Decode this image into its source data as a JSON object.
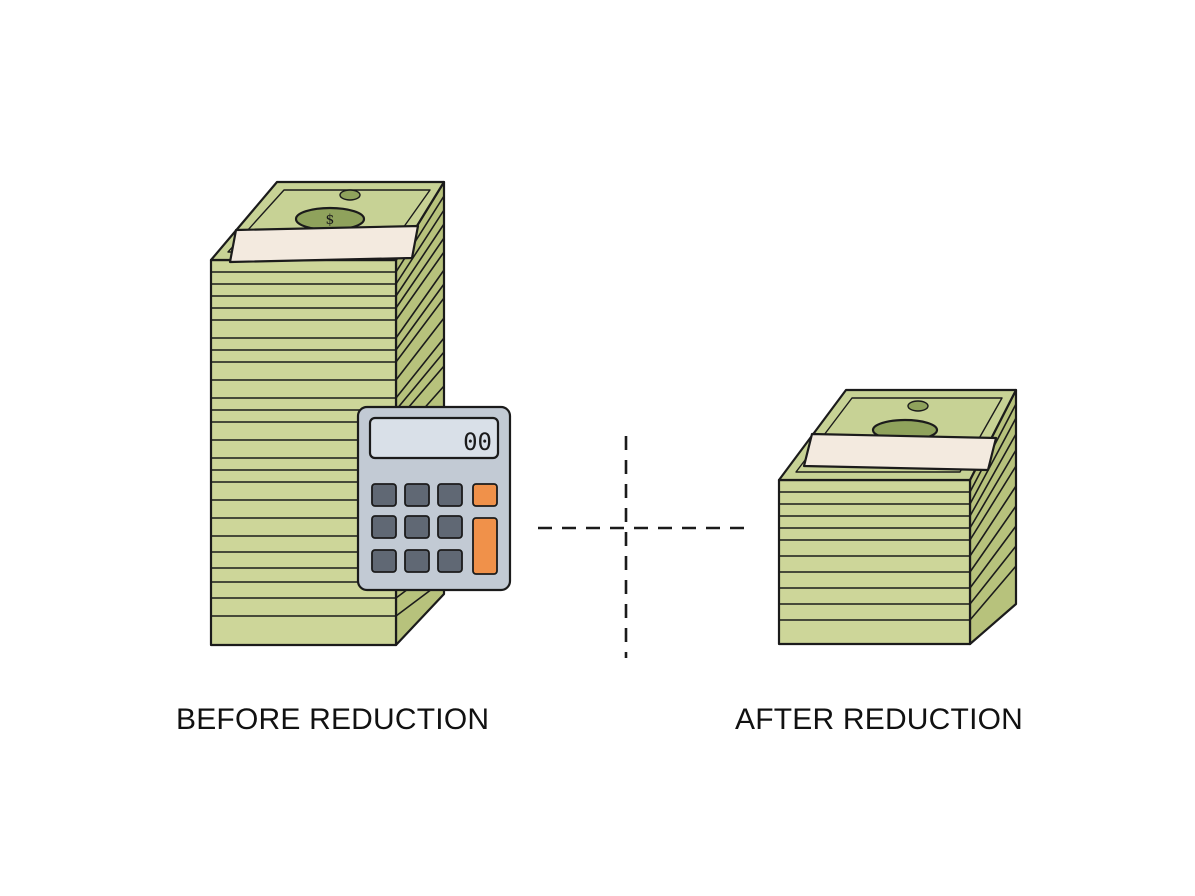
{
  "labels": {
    "before": "BEFORE REDUCTION",
    "after": "AFTER REDUCTION"
  },
  "calculator": {
    "display_value": "00"
  },
  "icons": [
    "money-stack-icon",
    "calculator-icon",
    "dollar-bill-icon"
  ],
  "colors": {
    "bill_fill": "#cdd699",
    "bill_side": "#b7c27c",
    "bill_top": "#c7d295",
    "seal": "#8fa25c",
    "band": "#f3eadf",
    "outline": "#1b1b1b",
    "calc_body": "#c2cad4",
    "calc_screen": "#d9e0e8",
    "calc_key": "#606874",
    "calc_accent": "#f0914a"
  }
}
